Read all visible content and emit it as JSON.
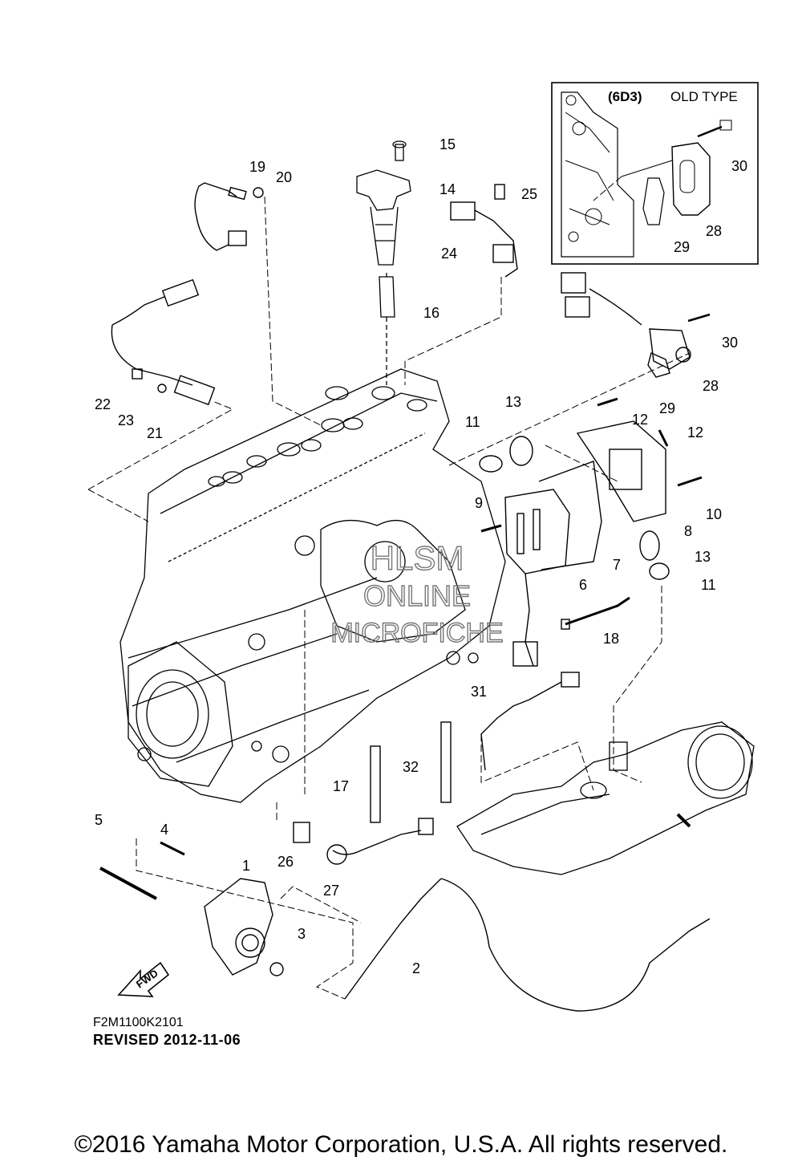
{
  "diagram": {
    "inset_title_bold": "(6D3)",
    "inset_title": "OLD TYPE",
    "fwd_label": "FWD",
    "watermark": [
      "HLSM",
      "ONLINE",
      "MICROFICHE"
    ],
    "drawing_code": "F2M1100K2101",
    "revised": "REVISED 2012-11-06",
    "copyright": "©2016 Yamaha Motor Corporation, U.S.A. All rights reserved.",
    "callouts": [
      "1",
      "2",
      "3",
      "4",
      "5",
      "6",
      "7",
      "8",
      "9",
      "10",
      "11",
      "11",
      "12",
      "12",
      "13",
      "13",
      "14",
      "15",
      "16",
      "17",
      "18",
      "19",
      "20",
      "21",
      "22",
      "23",
      "24",
      "25",
      "26",
      "27",
      "28",
      "28",
      "29",
      "29",
      "30",
      "30",
      "31",
      "32"
    ]
  }
}
